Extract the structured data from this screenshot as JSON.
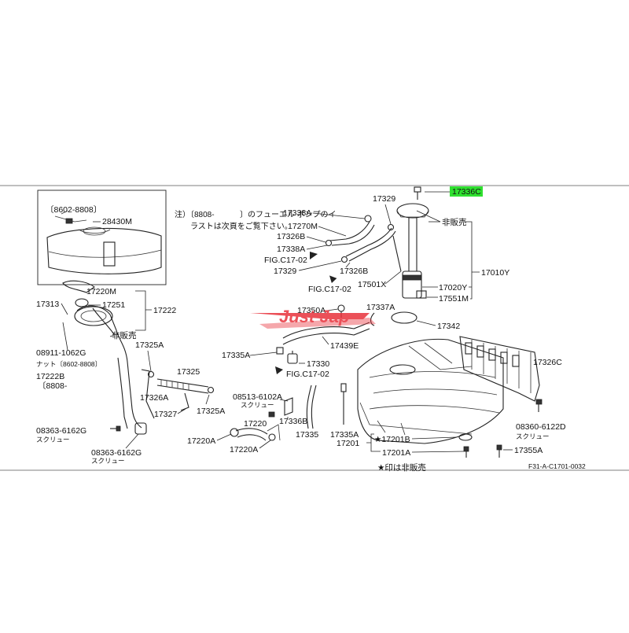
{
  "notice": {
    "line1_prefix": "注）〔8808-",
    "line1_suffix": "〕のフューエル ポンプのイ",
    "line2": "ラストは次頁をご覧下さい。"
  },
  "inset": {
    "range": "〔8602-8808〕",
    "part": "28430M"
  },
  "labels": {
    "p17336C": "17336C",
    "hibaibai_right": "非販売",
    "p17329a": "17329",
    "p17338A_a": "17338A",
    "p17270M": "17270M",
    "p17326B_a": "17326B",
    "p17338A_b": "17338A",
    "fig_a": "FIG.C17-02",
    "p17329b": "17329",
    "p17326B_b": "17326B",
    "fig_b": "FIG.C17-02",
    "p17501X": "17501X",
    "p17020Y": "17020Y",
    "p17551M": "17551M",
    "p17010Y": "17010Y",
    "p17220M": "17220M",
    "p17313": "17313",
    "p17251": "17251",
    "p17222": "17222",
    "hibaibai_left": "非販売",
    "p08911": "08911-1062G",
    "nut_range": "ナット〔8602-8808〕",
    "p17222B": "17222B",
    "range_8808": "〔8808-",
    "p17325A_a": "17325A",
    "p17325": "17325",
    "p17326A": "17326A",
    "p17327": "17327",
    "p17325A_b": "17325A",
    "p08363_a": "08363-6162G",
    "screw_a": "スクリュー",
    "p08363_b": "08363-6162G",
    "screw_b": "スクリュー",
    "p17220A_a": "17220A",
    "p17220": "17220",
    "p17220A_b": "17220A",
    "p08513": "08513-6102A",
    "screw_c": "スクリュー",
    "p17336B": "17336B",
    "p17335": "17335",
    "p17335A_a": "17335A",
    "p17330": "17330",
    "fig_c": "FIG.C17-02",
    "p17350A": "17350A",
    "p17439E": "17439E",
    "p17337A": "17337A",
    "p17342": "17342",
    "p17326C": "17326C",
    "p17335A_b": "17335A",
    "p17201": "17201",
    "p17201B": "★17201B",
    "p17201A": "17201A",
    "p17355A": "17355A",
    "p08360": "08360-6122D",
    "screw_d": "スクリュー",
    "footnote": "★印は非販売",
    "fig_code": "F31-A-C1701-0032"
  },
  "watermark": {
    "text": "Just Jap"
  },
  "colors": {
    "highlight": "#2fe02f",
    "watermark": "#e8323c"
  }
}
